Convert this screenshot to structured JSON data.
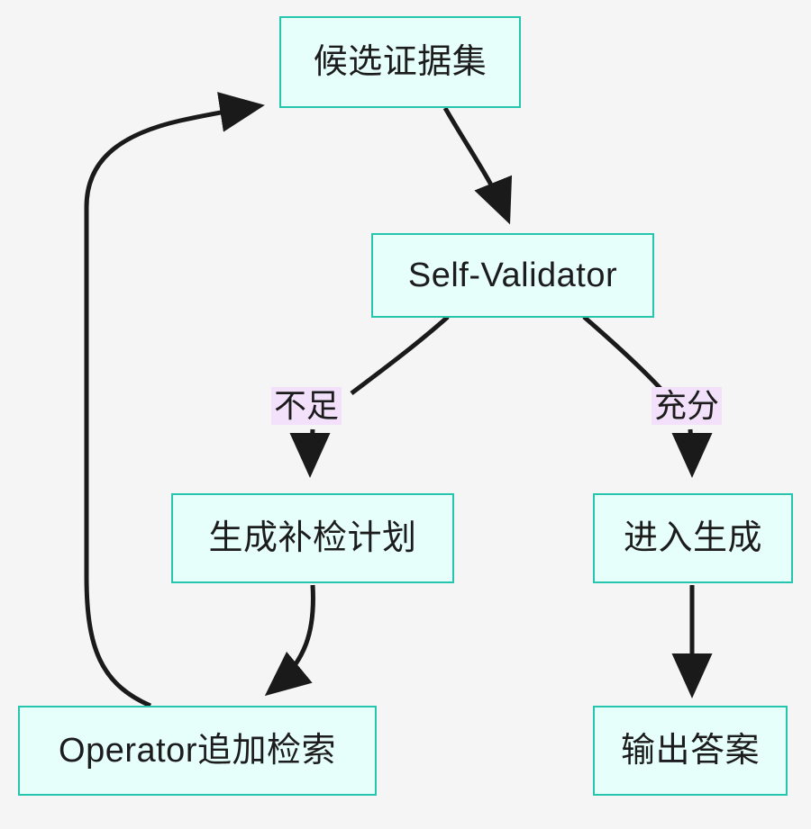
{
  "diagram": {
    "type": "flowchart",
    "direction": "top-down",
    "background_color": "#f4f5f4",
    "node_fill_color": "#e6fffa",
    "node_border_color": "#26c6ae",
    "edge_color": "#1a1a1a",
    "edge_label_background": "#f3e0fa",
    "text_color": "#1c1c1c",
    "nodes": [
      {
        "id": "candidate_evidence",
        "label": "候选证据集"
      },
      {
        "id": "self_validator",
        "label": "Self-Validator"
      },
      {
        "id": "supplement_plan",
        "label": "生成补检计划"
      },
      {
        "id": "enter_generation",
        "label": "进入生成"
      },
      {
        "id": "operator_retrieval",
        "label": "Operator追加检索"
      },
      {
        "id": "output_answer",
        "label": "输出答案"
      }
    ],
    "edges": [
      {
        "from": "candidate_evidence",
        "to": "self_validator",
        "label": ""
      },
      {
        "from": "self_validator",
        "to": "supplement_plan",
        "label": "不足"
      },
      {
        "from": "self_validator",
        "to": "enter_generation",
        "label": "充分"
      },
      {
        "from": "supplement_plan",
        "to": "operator_retrieval",
        "label": ""
      },
      {
        "from": "operator_retrieval",
        "to": "candidate_evidence",
        "label": ""
      },
      {
        "from": "enter_generation",
        "to": "output_answer",
        "label": ""
      }
    ],
    "edge_labels": [
      {
        "id": "insufficient",
        "text": "不足"
      },
      {
        "id": "sufficient",
        "text": "充分"
      }
    ]
  }
}
